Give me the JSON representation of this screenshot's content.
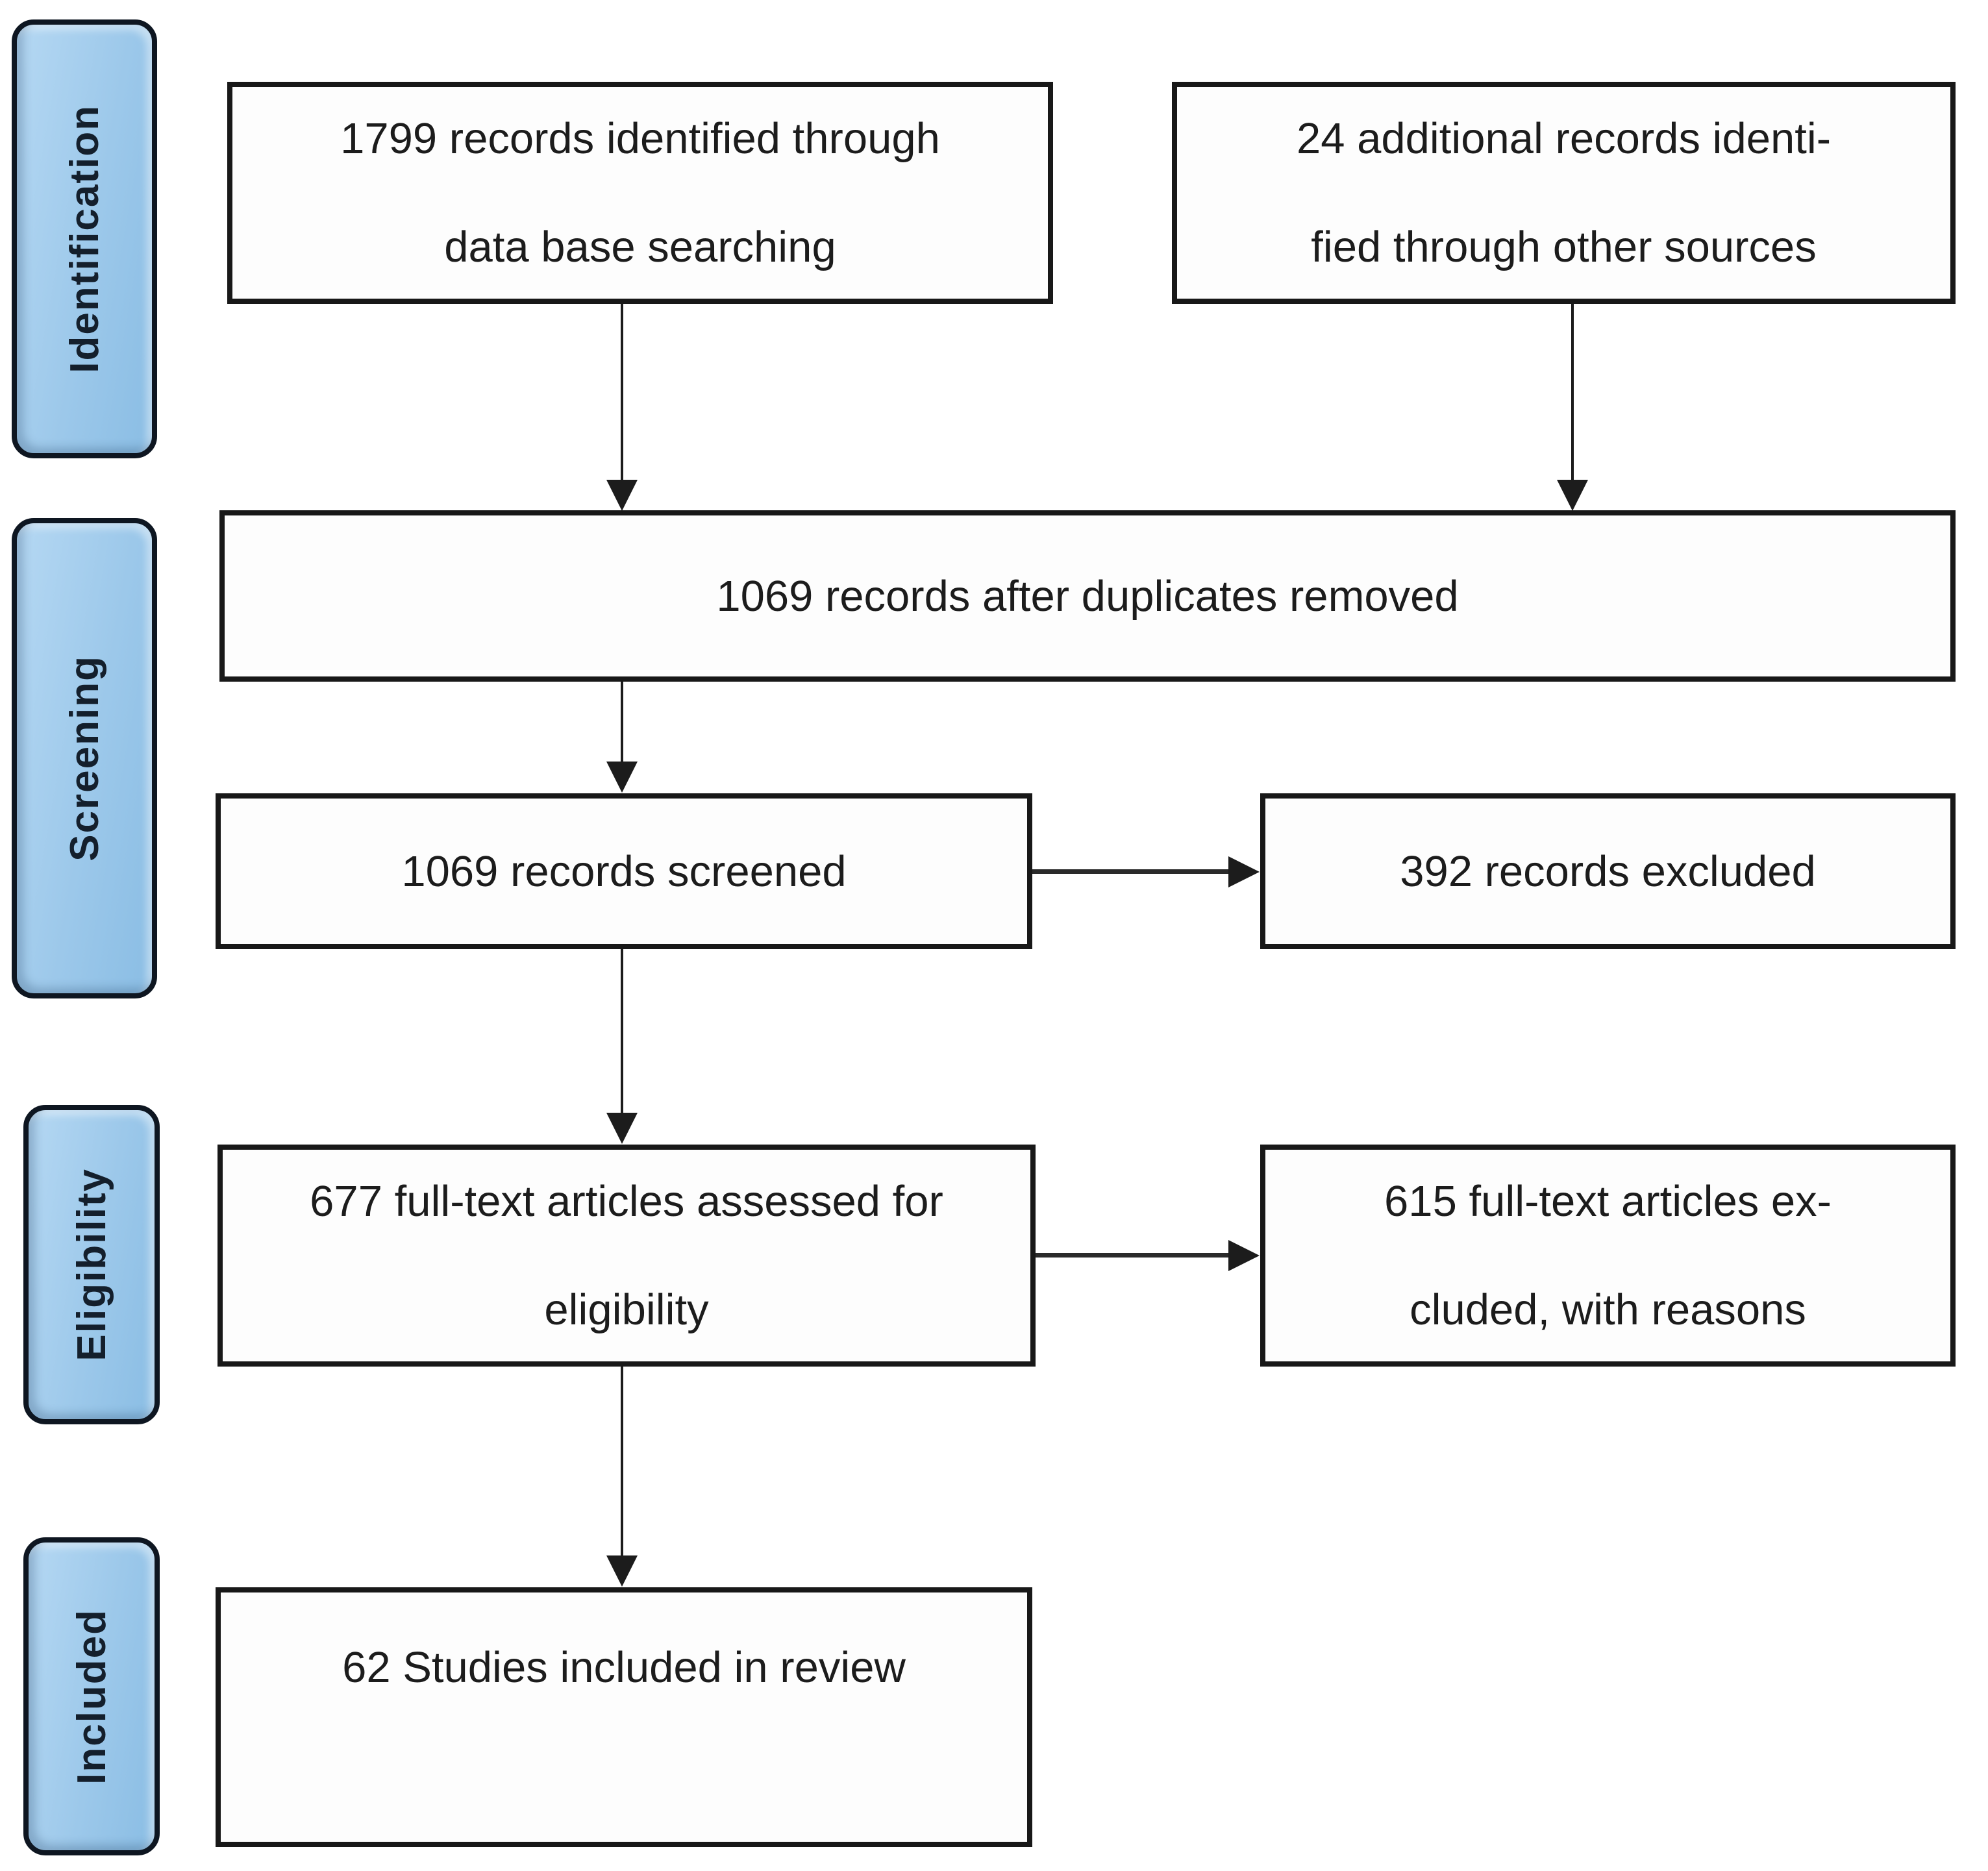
{
  "diagram": {
    "type": "prisma-flow",
    "stages": {
      "identification": "Identification",
      "screening": "Screening",
      "eligibility": "Eligibility",
      "included": "Included"
    },
    "boxes": {
      "identified_db": {
        "count": 1799,
        "lines": [
          "1799 records identified through",
          "data base searching"
        ]
      },
      "identified_other": {
        "count": 24,
        "lines": [
          "24 additional records identi-",
          "fied through other sources"
        ]
      },
      "after_duplicates": {
        "count": 1069,
        "lines": [
          "1069 records after duplicates removed"
        ]
      },
      "screened": {
        "count": 1069,
        "lines": [
          "1069 records screened"
        ]
      },
      "records_excluded": {
        "count": 392,
        "lines": [
          "392 records excluded"
        ]
      },
      "fulltext_assessed": {
        "count": 677,
        "lines": [
          "677 full-text articles assessed for",
          "eligibility"
        ]
      },
      "fulltext_excluded": {
        "count": 615,
        "lines": [
          "615 full-text articles ex-",
          "cluded, with reasons"
        ]
      },
      "studies_included": {
        "count": 62,
        "lines": [
          "62 Studies included in review"
        ]
      }
    },
    "colors": {
      "stage_fill": "#9cc8ea",
      "stage_border": "#0e1621",
      "stage_text": "#141f2c",
      "box_fill": "#fdfdfd",
      "box_border": "#181818",
      "arrow": "#1c1c1c",
      "background": "#ffffff"
    }
  }
}
